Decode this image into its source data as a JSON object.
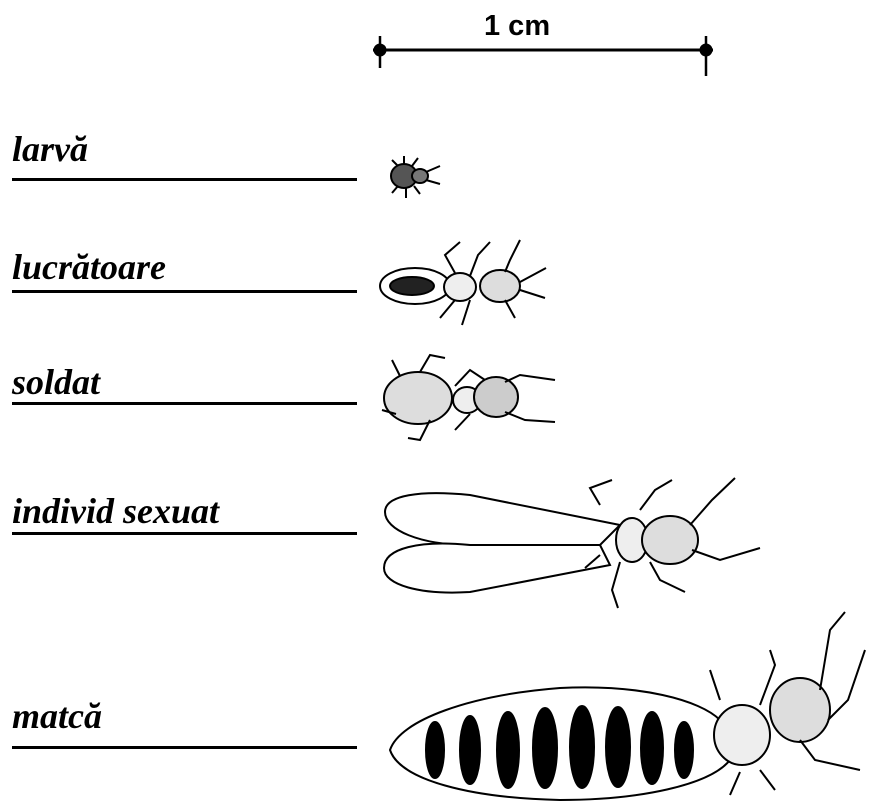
{
  "scale_bar": {
    "label": "1 cm"
  },
  "castes": [
    {
      "id": "larva",
      "label": "larvă"
    },
    {
      "id": "worker",
      "label": "lucrătoare"
    },
    {
      "id": "soldier",
      "label": "soldat"
    },
    {
      "id": "alate",
      "label": "individ sexuat"
    },
    {
      "id": "queen",
      "label": "matcă"
    }
  ],
  "colors": {
    "ink": "#000000",
    "paper": "#ffffff"
  }
}
